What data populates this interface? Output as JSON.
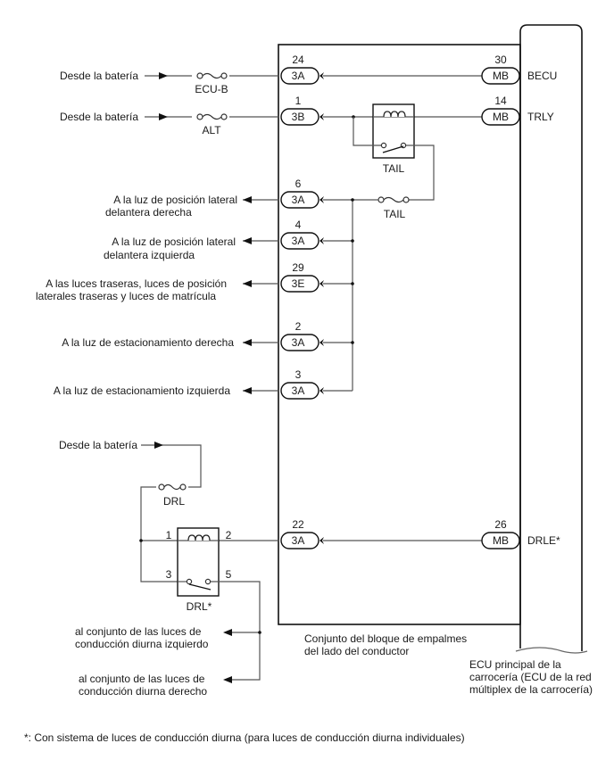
{
  "junction_block": {
    "label_line1": "Conjunto del bloque de empalmes",
    "label_line2": "del lado del conductor"
  },
  "ecu": {
    "label_line1": "ECU principal de la",
    "label_line2": "carrocería (ECU de la red",
    "label_line3": "múltiplex de la carrocería)"
  },
  "sources": {
    "battery_1": "Desde la batería",
    "battery_2": "Desde la batería",
    "battery_3": "Desde la batería"
  },
  "fuses": {
    "ecu_b": "ECU-B",
    "alt": "ALT",
    "tail": "TAIL",
    "drl": "DRL"
  },
  "relays": {
    "tail": "TAIL",
    "drl": "DRL*",
    "drl_pins": [
      "1",
      "2",
      "3",
      "5"
    ]
  },
  "left_connectors": [
    {
      "pin": "24",
      "code": "3A"
    },
    {
      "pin": "1",
      "code": "3B"
    },
    {
      "pin": "6",
      "code": "3A"
    },
    {
      "pin": "4",
      "code": "3A"
    },
    {
      "pin": "29",
      "code": "3E"
    },
    {
      "pin": "2",
      "code": "3A"
    },
    {
      "pin": "3",
      "code": "3A"
    },
    {
      "pin": "22",
      "code": "3A"
    }
  ],
  "right_connectors": [
    {
      "pin": "30",
      "code": "MB",
      "signal": "BECU"
    },
    {
      "pin": "14",
      "code": "MB",
      "signal": "TRLY"
    },
    {
      "pin": "26",
      "code": "MB",
      "signal": "DRLE*"
    }
  ],
  "outputs": {
    "front_right_side_line1": "A la luz de posición lateral",
    "front_right_side_line2": "delantera derecha",
    "front_left_side_line1": "A la luz de posición lateral",
    "front_left_side_line2": "delantera izquierda",
    "rear_line1": "A las luces traseras, luces de posición",
    "rear_line2": "laterales traseras y luces de matrícula",
    "parking_right": "A la luz de estacionamiento derecha",
    "parking_left": "A la luz de estacionamiento izquierda",
    "drl_left_line1": "al conjunto de las luces de",
    "drl_left_line2": "conducción diurna izquierdo",
    "drl_right_line1": "al conjunto de las luces de",
    "drl_right_line2": "conducción diurna derecho"
  },
  "footnote": "*: Con sistema de luces de conducción diurna (para luces de conducción diurna individuales)"
}
